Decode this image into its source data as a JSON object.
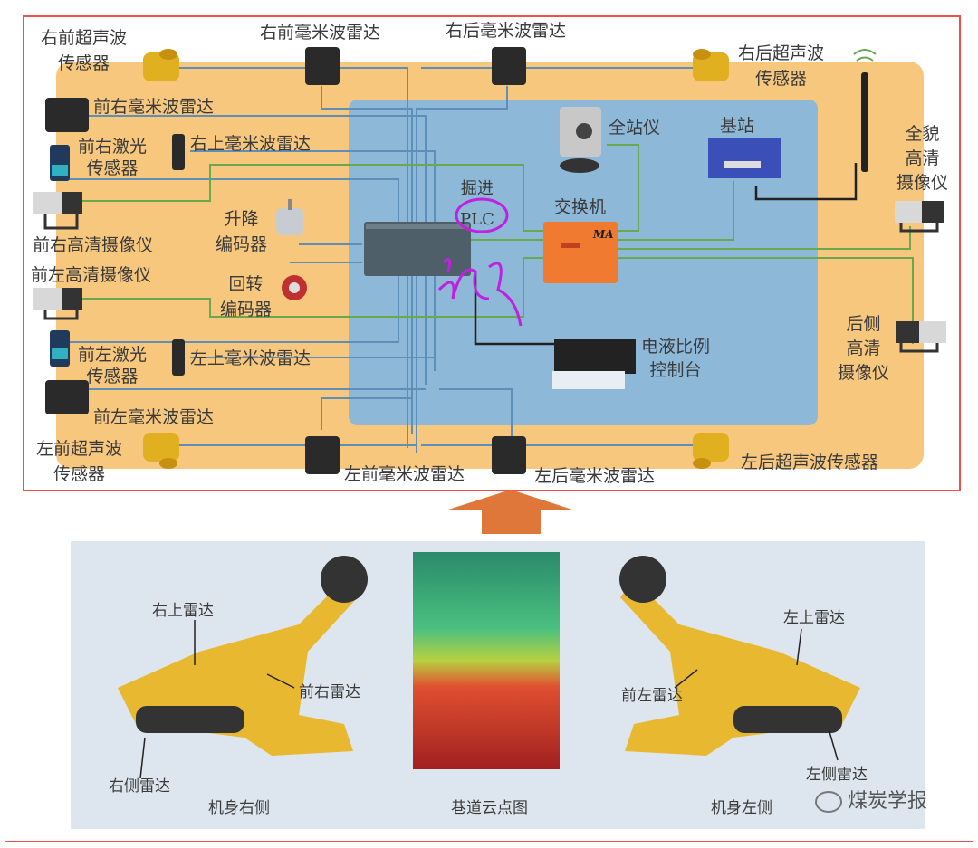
{
  "colors": {
    "frame": "#e8534a",
    "vehicle_body": "#f8c77e",
    "control_area": "#8db8d8",
    "bus_line": "#5d8fb8",
    "ethernet_line": "#6aa84f",
    "arrow": "#e0773a",
    "bottom_panel": "#dde6ee",
    "annotation": "#c020e0"
  },
  "top_diagram": {
    "sensors": {
      "right_front_ultrasonic": "右前超声波\n传感器",
      "right_front_mmwave": "右前毫米波雷达",
      "right_rear_mmwave": "右后毫米波雷达",
      "right_rear_ultrasonic": "右后超声波\n传感器",
      "front_right_mmwave": "前右毫米波雷达",
      "right_upper_mmwave": "右上毫米波雷达",
      "front_right_laser": "前右激光\n传感器",
      "front_right_hd_camera": "前右高清摄像仪",
      "front_left_hd_camera": "前左高清摄像仪",
      "lift_encoder": "升降\n编码器",
      "rotary_encoder": "回转\n编码器",
      "front_left_laser": "前左激光\n传感器",
      "left_upper_mmwave": "左上毫米波雷达",
      "front_left_mmwave": "前左毫米波雷达",
      "left_front_ultrasonic": "左前超声波\n传感器",
      "left_front_mmwave": "左前毫米波雷达",
      "left_rear_mmwave": "左后毫米波雷达",
      "left_rear_ultrasonic": "左后超声波传感器",
      "panoramic_hd_camera": "全貌\n高清\n摄像仪",
      "rear_hd_camera": "后侧\n高清\n摄像仪"
    },
    "controls": {
      "total_station": "全站仪",
      "base_station": "基站",
      "plc": "掘进\nPLC",
      "switch": "交换机",
      "switch_badge": "MA",
      "hydraulic_console": "电液比例\n控制台"
    },
    "annotation_handwriting": "读取"
  },
  "bottom_panel": {
    "right_side": {
      "caption": "机身右侧",
      "labels": [
        "右上雷达",
        "前右雷达",
        "右侧雷达"
      ]
    },
    "point_cloud": {
      "caption": "巷道云点图"
    },
    "left_side": {
      "caption": "机身左侧",
      "labels": [
        "左上雷达",
        "前左雷达",
        "左侧雷达"
      ]
    },
    "watermark": "煤炭学报"
  }
}
